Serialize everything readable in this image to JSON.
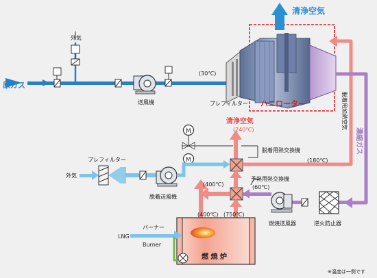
{
  "labels": {
    "clean_air_top": "清浄空気",
    "outside_air_top": "外気",
    "raw_gas": "原ガス",
    "blower": "送風機",
    "temp_30": "(30℃)",
    "prefilter_top": "プレフィルター",
    "honeycomb_rotor": "ハニローター",
    "desorption_heating_air": "脱着用加熱空気",
    "concentrated_gas": "濃縮ガス",
    "clean_air_mid": "清浄空気",
    "temp_240": "(240℃)",
    "motor_1": "M",
    "motor_2": "M",
    "desorption_hx": "脱着用熱交換機",
    "temp_180": "(180℃)",
    "prefilter_lower": "プレフィルター",
    "outside_air_lower": "外気",
    "desorption_blower": "脱着送風機",
    "preheat_hx": "予熱用熱交換機",
    "temp_400a": "(400℃)",
    "temp_60": "(60℃)",
    "temp_400b": "(400℃)",
    "temp_750": "(750℃)",
    "combustion_blower": "燃焼送風器",
    "flame_arrester": "逆火防止器",
    "lng": "LNG",
    "burner_jp": "バーナー",
    "burner_en": "Burner",
    "incinerator": "燃 焼 炉",
    "footnote": "※温度は一例です"
  },
  "colors": {
    "blue_line": "#2a7fc3",
    "light_blue": "#7cc4ea",
    "pink": "#ef8c86",
    "red_text": "#e8504a",
    "purple": "#a97fc5",
    "rotor_border": "#d61f28"
  }
}
